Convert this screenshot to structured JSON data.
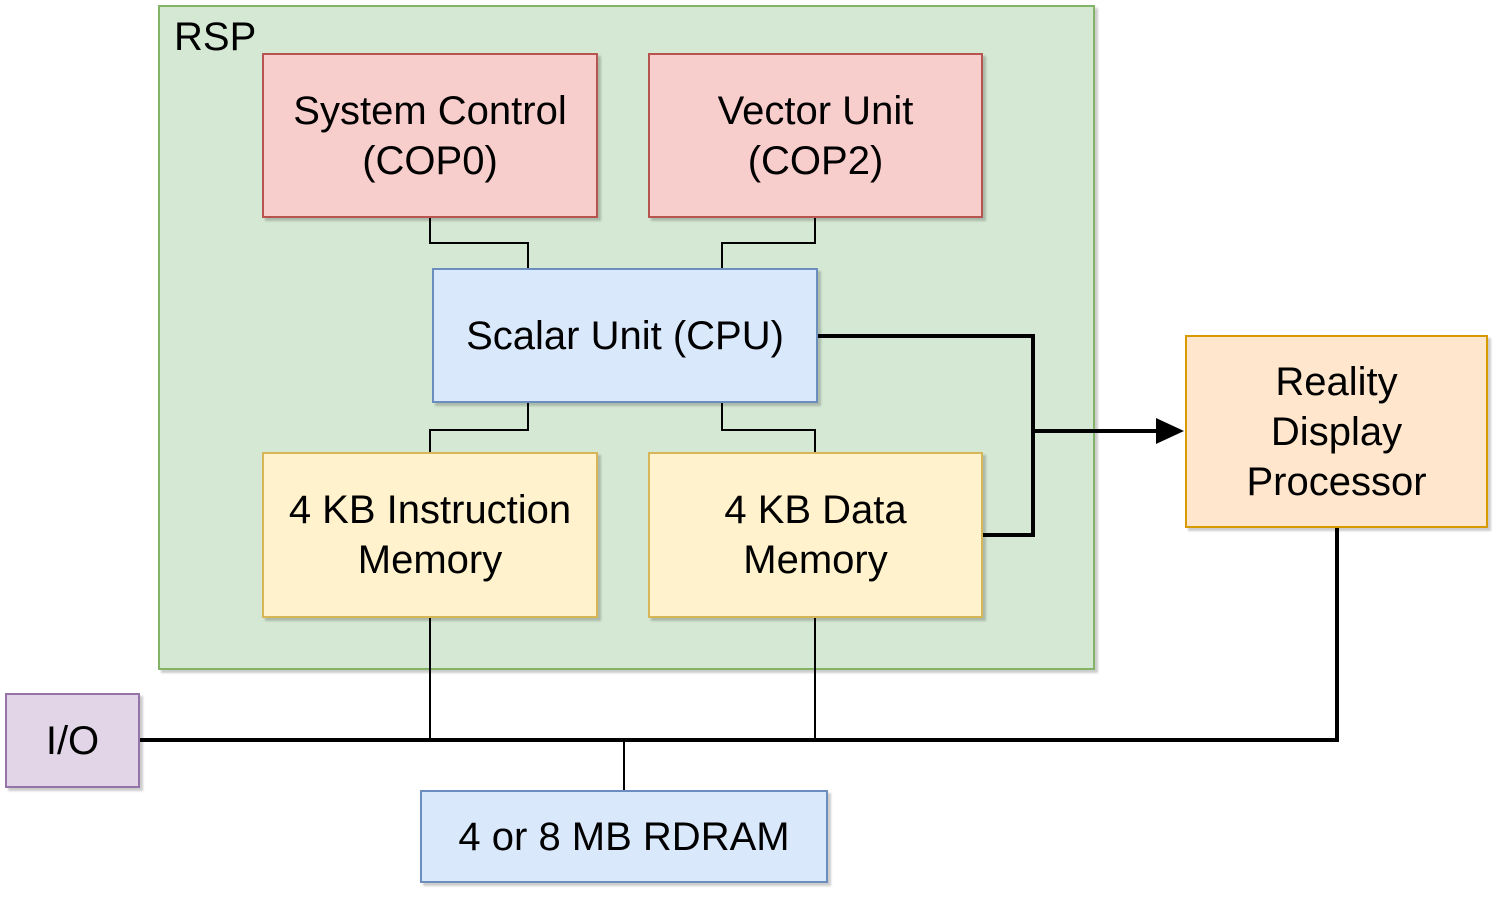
{
  "diagram": {
    "title": "RSP block diagram",
    "nodes": {
      "rsp": {
        "label": "RSP",
        "fill": "#d5e8d4",
        "stroke": "#82b366"
      },
      "system_control": {
        "label": "System Control\n(COP0)",
        "fill": "#f8cecc",
        "stroke": "#b85450"
      },
      "vector_unit": {
        "label": "Vector Unit\n(COP2)",
        "fill": "#f8cecc",
        "stroke": "#b85450"
      },
      "scalar_unit": {
        "label": "Scalar Unit (CPU)",
        "fill": "#dae8fc",
        "stroke": "#6c8ebf"
      },
      "instruction_memory": {
        "label": "4 KB Instruction\nMemory",
        "fill": "#fff2cc",
        "stroke": "#d6b656"
      },
      "data_memory": {
        "label": "4 KB Data\nMemory",
        "fill": "#fff2cc",
        "stroke": "#d6b656"
      },
      "reality_display_processor": {
        "label": "Reality\nDisplay\nProcessor",
        "fill": "#ffe6cc",
        "stroke": "#d79b00"
      },
      "io": {
        "label": "I/O",
        "fill": "#e1d5e7",
        "stroke": "#9673a6"
      },
      "rdram": {
        "label": "4 or 8 MB RDRAM",
        "fill": "#dae8fc",
        "stroke": "#6c8ebf"
      }
    },
    "connector_color": "#000000",
    "edges": [
      {
        "from": "system_control",
        "to": "scalar_unit",
        "style": "thin"
      },
      {
        "from": "vector_unit",
        "to": "scalar_unit",
        "style": "thin"
      },
      {
        "from": "scalar_unit",
        "to": "instruction_memory",
        "style": "thin"
      },
      {
        "from": "scalar_unit",
        "to": "data_memory",
        "style": "thin"
      },
      {
        "from": "scalar_unit",
        "to": "reality_display_processor",
        "style": "thick-arrow"
      },
      {
        "from": "data_memory",
        "to": "reality_display_processor",
        "style": "thick"
      },
      {
        "from": "reality_display_processor",
        "to": "bus",
        "style": "thick"
      },
      {
        "from": "io",
        "to": "bus",
        "style": "thick"
      },
      {
        "from": "instruction_memory",
        "to": "bus",
        "style": "thin"
      },
      {
        "from": "data_memory",
        "to": "bus",
        "style": "thin"
      },
      {
        "from": "rdram",
        "to": "bus",
        "style": "thin"
      }
    ]
  }
}
